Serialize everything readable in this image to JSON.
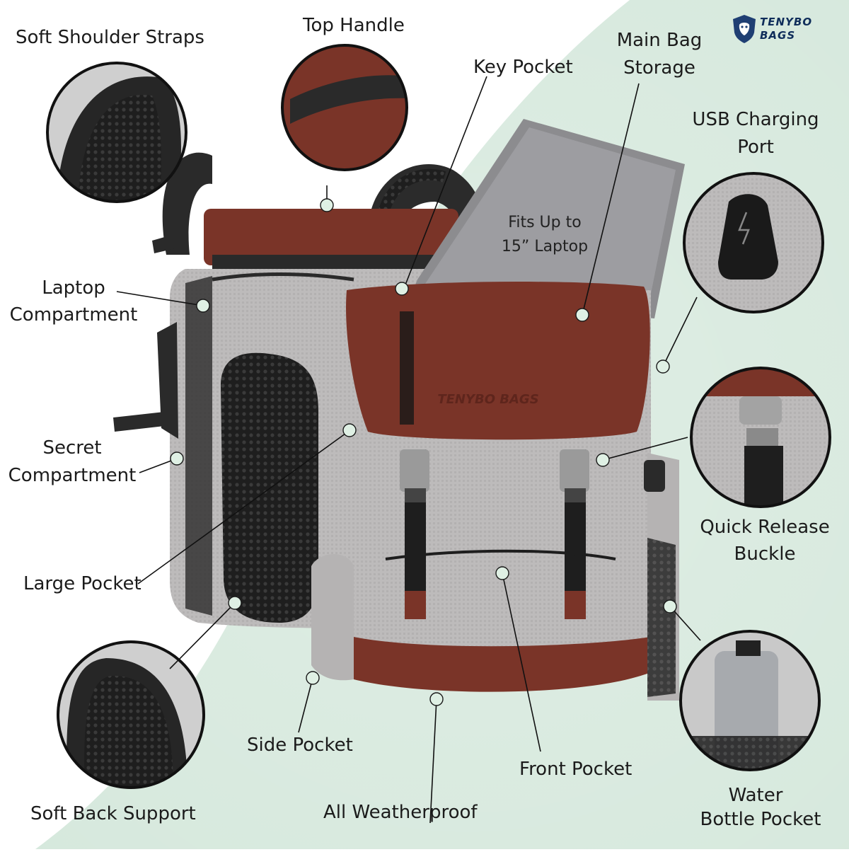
{
  "brand": {
    "logo_line1": "TENYBO",
    "logo_line2": "BAGS",
    "embossed_logo": "TENYBO BAGS"
  },
  "laptop_note": {
    "line1": "Fits Up to",
    "line2": "15” Laptop"
  },
  "labels": {
    "soft_shoulder_straps": "Soft Shoulder Straps",
    "top_handle": "Top Handle",
    "key_pocket": "Key Pocket",
    "main_bag_storage_1": "Main Bag",
    "main_bag_storage_2": "Storage",
    "usb_charging_port_1": "USB Charging",
    "usb_charging_port_2": "Port",
    "laptop_compartment_1": "Laptop",
    "laptop_compartment_2": "Compartment",
    "secret_compartment_1": "Secret",
    "secret_compartment_2": "Compartment",
    "quick_release_buckle_1": "Quick Release",
    "quick_release_buckle_2": "Buckle",
    "large_pocket": "Large Pocket",
    "side_pocket": "Side Pocket",
    "front_pocket": "Front Pocket",
    "soft_back_support": "Soft Back Support",
    "all_weatherproof": "All Weatherproof",
    "water_bottle_pocket_1": "Water",
    "water_bottle_pocket_2": "Bottle Pocket"
  },
  "colors": {
    "mint_background": "#d5e8dc",
    "leather": "#7a3428",
    "fabric": "#bdbbbb",
    "mesh": "#262626",
    "marker": "#dff0e4",
    "logo_blue": "#1f3f73"
  }
}
